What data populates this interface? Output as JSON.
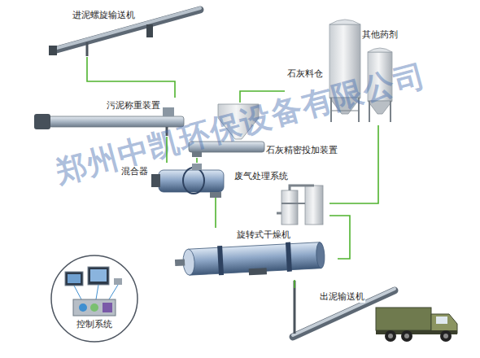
{
  "diagram": {
    "nodes": [
      {
        "text": [
          "进泥螺旋输送机"
        ]
      },
      {
        "text": [
          "其他药剂"
        ]
      },
      {
        "text": [
          "石灰料仓"
        ]
      },
      {
        "text": [
          "污泥称重装置"
        ]
      },
      {
        "text": [
          "石灰精密投加装置"
        ]
      },
      {
        "text": [
          "混合器"
        ]
      },
      {
        "text": [
          "废气处理系统"
        ]
      },
      {
        "text": [
          "旋转式干燥机"
        ]
      },
      {
        "text": [
          "出泥输送机"
        ]
      },
      {
        "text": [
          "控制系统"
        ]
      }
    ],
    "edges": [
      {
        "from": 0,
        "to": 3,
        "arrow": "none"
      },
      {
        "from": 2,
        "to": 4,
        "arrow": "none"
      },
      {
        "from": 3,
        "to": 5,
        "arrow": "none"
      },
      {
        "from": 4,
        "to": 5,
        "arrow": "none"
      },
      {
        "from": 5,
        "to": 7,
        "arrow": "none"
      },
      {
        "from": 1,
        "to": 6,
        "arrow": "none"
      },
      {
        "from": 7,
        "to": 6,
        "arrow": "none"
      },
      {
        "from": 7,
        "to": 8,
        "arrow": "none"
      }
    ],
    "labels": [
      "郑州中凯环保设备有限公司"
    ]
  }
}
